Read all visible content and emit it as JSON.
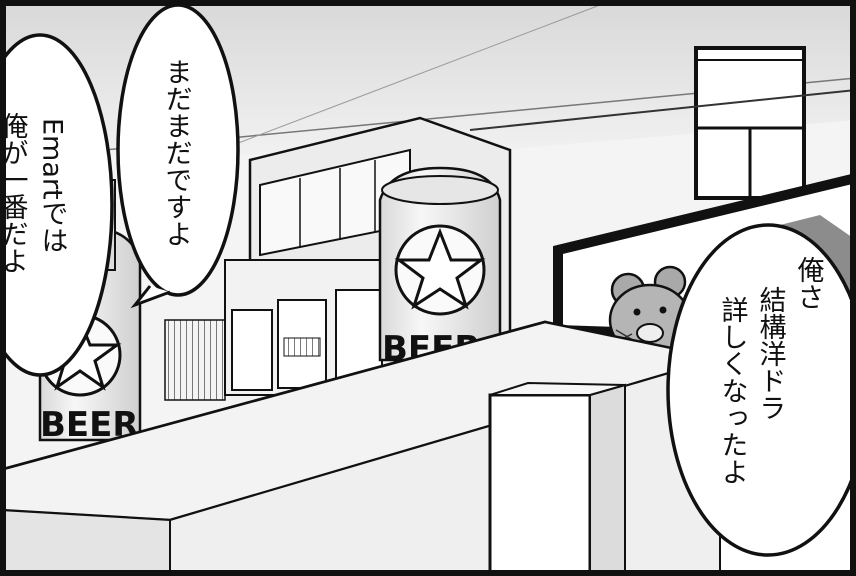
{
  "panel": {
    "bubble_left_lines": [
      "Emartでは",
      "俺が一番だよ"
    ],
    "bubble_middle_lines": [
      "まだまだですよ"
    ],
    "bubble_right_lines": [
      "俺さ",
      "結構洋ドラ",
      "詳しくなったよ"
    ],
    "can_left_label": "BEER",
    "can_right_label": "BEER"
  },
  "colors": {
    "ink": "#111111",
    "paper": "#ffffff",
    "tone_light": "#e9e9e9",
    "tone_mid": "#cfcfcf",
    "tone_dark": "#9a9a9a"
  }
}
